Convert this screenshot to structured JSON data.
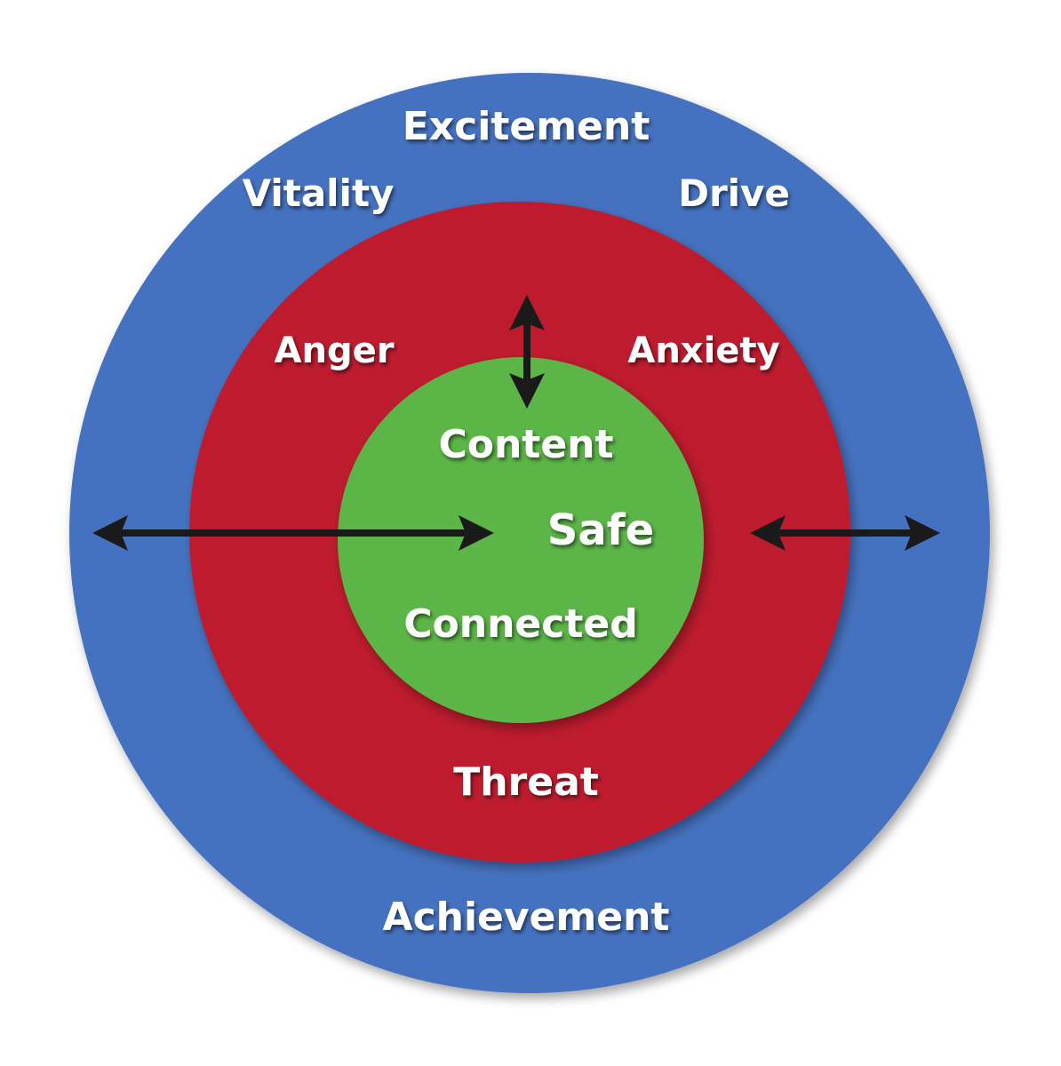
{
  "colors": {
    "outer": "#4472c0",
    "middle": "#be1e2d",
    "inner": "#5cb647",
    "arrow": "#1a1a1a",
    "text": "#ffffff"
  },
  "outer_ring": {
    "labels": {
      "top": "Excitement",
      "top_left": "Vitality",
      "top_right": "Drive",
      "bottom": "Achievement"
    }
  },
  "middle_ring": {
    "labels": {
      "left": "Anger",
      "right": "Anxiety",
      "bottom": "Threat"
    }
  },
  "inner_circle": {
    "labels": {
      "top": "Content",
      "center": "Safe",
      "bottom": "Connected"
    }
  },
  "arrows": [
    "double-arrow-left-horizontal",
    "double-arrow-vertical",
    "double-arrow-right-horizontal"
  ]
}
